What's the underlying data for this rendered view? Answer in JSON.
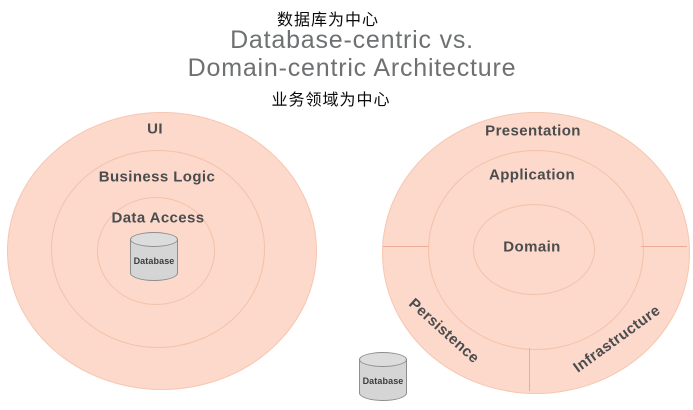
{
  "header": {
    "caption_top": "数据库为中心",
    "title_line1": "Database-centric vs.",
    "title_line2": "Domain-centric Architecture",
    "caption_bottom": "业务领域为中心"
  },
  "left_diagram": {
    "rings": [
      "UI",
      "Business Logic",
      "Data Access"
    ],
    "database_label": "Database"
  },
  "right_diagram": {
    "rings": [
      "Presentation",
      "Application",
      "Domain"
    ],
    "sections": [
      "Persistence",
      "Infrastructure"
    ],
    "database_label": "Database"
  },
  "colors": {
    "circle_fill": "#fcd9cb",
    "ring_stroke": "#f2ba9e",
    "divider": "#edac93",
    "ring_label_text": "#4b4c4e",
    "title_text": "#6e7072",
    "caption_text": "#0a0a0a",
    "cylinder_fill": "#d5d5d5",
    "cylinder_stroke": "#8e8e8e",
    "cylinder_label_text": "#3d3d3d"
  }
}
